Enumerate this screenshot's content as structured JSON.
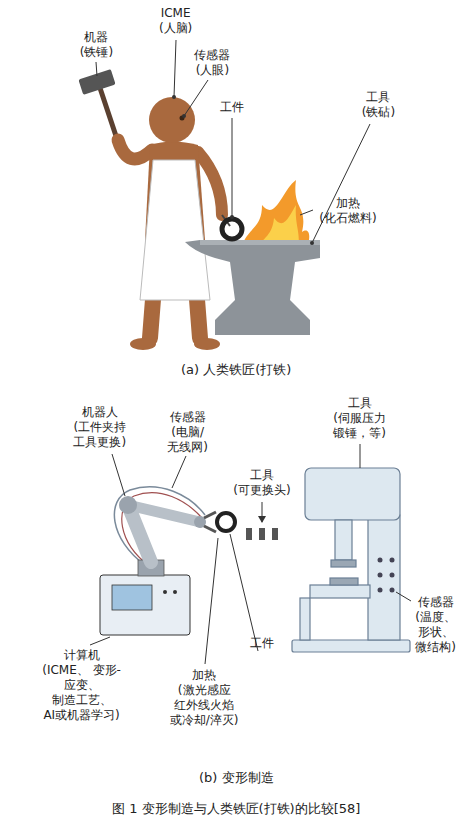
{
  "diagram": {
    "caption": "图 1 变形制造与人类铁匠(打铁)的比较[58]",
    "labels": [
      "ICME (人脑)",
      "机器 (铁锤)",
      "传感器 (人眼)",
      "工件",
      "工具 (铁砧)",
      "加热 (化石燃料)",
      "(a) 人类铁匠(打铁)",
      "机器人 (工件夹持 工具更换)",
      "传感器 (电脑/ 无线网)",
      "工具 (伺服压力 锻锤，等)",
      "工具 (可更换头)",
      "传感器 (温度、 形状、 微结构)",
      "计算机 (ICME、 变形-应变、 制造工艺、 AI或机器学习)",
      "加热 (激光感应 红外线火焰 或冷却/淬灭)",
      "工件",
      "(b) 变形制造"
    ]
  }
}
